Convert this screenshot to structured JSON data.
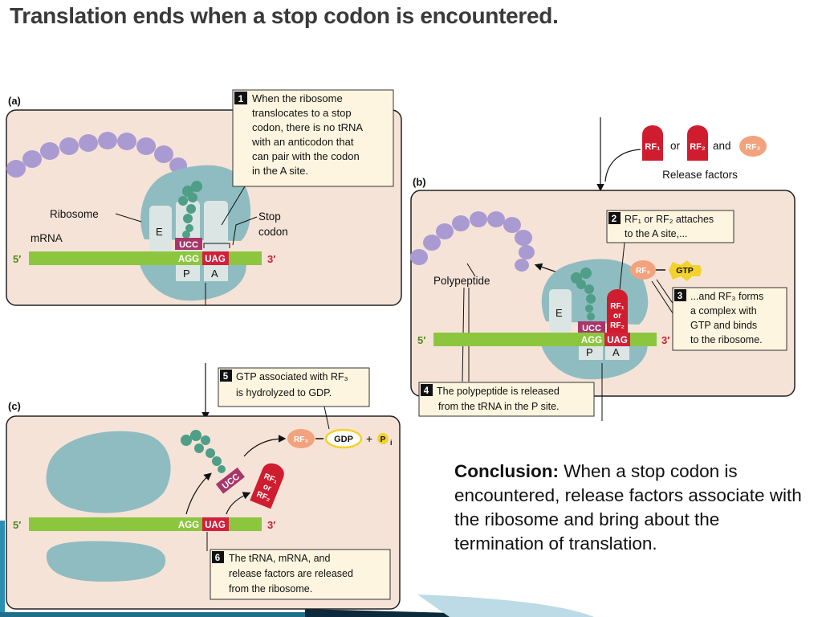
{
  "slide": {
    "title": "Translation ends when a stop codon is encountered.",
    "conclusion_label": "Conclusion:",
    "conclusion_text": " When a stop codon is encountered, release factors associate with the ribosome and bring about the termination of translation."
  },
  "panel_a": {
    "label": "(a)",
    "step_num": "1",
    "step_lines": [
      "When the ribosome",
      "translocates to a stop",
      "codon, there is no tRNA",
      "with an anticodon that",
      "can pair with the codon",
      "in the A site."
    ],
    "ribosome_label": "Ribosome",
    "mrna_label": "mRNA",
    "stop_label_1": "Stop",
    "stop_label_2": "codon",
    "site_e": "E",
    "site_p": "P",
    "site_a": "A",
    "anticodon": "UCC",
    "codon_1": "AGG",
    "codon_2": "UAG",
    "end_5": "5′",
    "end_3": "3′"
  },
  "panel_b": {
    "label": "(b)",
    "rf1": "RF₁",
    "or": "or",
    "rf2": "RF₂",
    "and": "and",
    "rf3": "RF₃",
    "release_factors_label": "Release factors",
    "step2_num": "2",
    "step2_lines": [
      "RF₁ or RF₂ attaches",
      "to the A site,..."
    ],
    "gtp": "GTP",
    "step3_num": "3",
    "step3_lines": [
      "...and RF₃ forms",
      "a complex with",
      "GTP and binds",
      "to the ribosome."
    ],
    "polypeptide_label": "Polypeptide",
    "site_e": "E",
    "site_p": "P",
    "site_a": "A",
    "rf_bound_lines": [
      "RF₁",
      "or",
      "RF₂"
    ],
    "anticodon": "UCC",
    "codon_1": "AGG",
    "codon_2": "UAG",
    "end_5": "5′",
    "end_3": "3′",
    "step4_num": "4",
    "step4_lines": [
      "The polypeptide is released",
      "from the tRNA in the P site."
    ]
  },
  "panel_c": {
    "label": "(c)",
    "step5_num": "5",
    "step5_lines": [
      "GTP associated with RF₃",
      "is hydrolyzed to GDP."
    ],
    "rf3": "RF₃",
    "gdp": "GDP",
    "plus": "+",
    "pi": "P",
    "pi_sub": "i",
    "anticodon": "UCC",
    "rf_free_lines": [
      "RF₁",
      "or",
      "RF₂"
    ],
    "codon_1": "AGG",
    "codon_2": "UAG",
    "end_5": "5′",
    "end_3": "3′",
    "step6_num": "6",
    "step6_lines": [
      "The tRNA, mRNA, and",
      "release factors are released",
      "from the ribosome."
    ]
  },
  "colors": {
    "panel_bg": "#f6e3d8",
    "ribosome": "#8fbcc0",
    "mrna": "#8cc63f",
    "codon_red": "#d1213b",
    "anticodon_magenta": "#a8366a",
    "rf_red": "#cf1d2f",
    "rf3_orange": "#f2a27d",
    "gtp_yellow": "#f3d22b",
    "polypeptide": "#a99bd1",
    "trna": "#4f9e87",
    "callout_bg": "#fdf5df"
  }
}
